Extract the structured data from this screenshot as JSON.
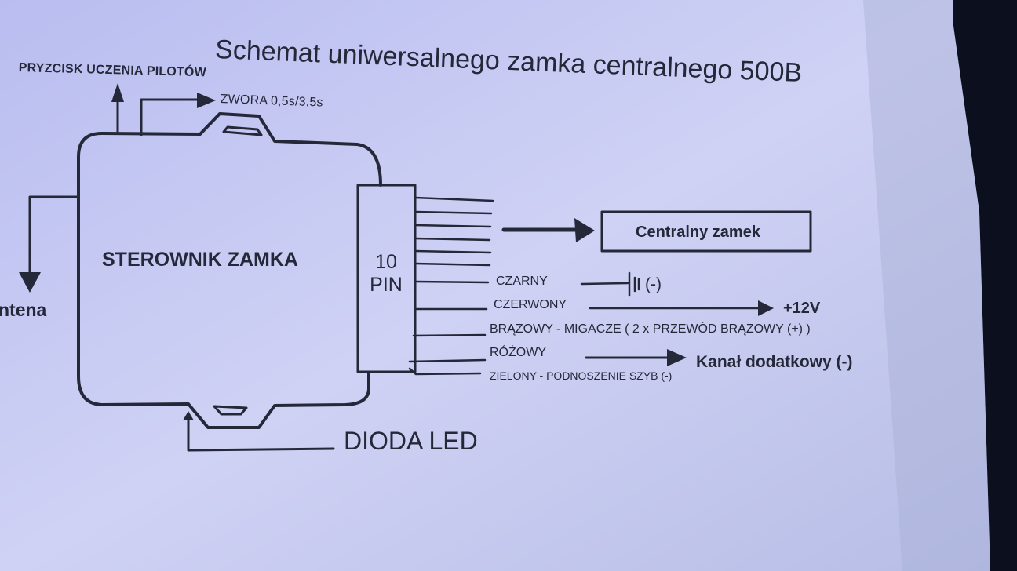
{
  "document": {
    "title": "Schemat uniwersalnego zamka centralnego 500B",
    "colors": {
      "paper": "#c8cbf2",
      "ink": "#252838",
      "background": "#0b0f1e"
    }
  },
  "controller": {
    "label": "STEROWNIK ZAMKA",
    "connector_top": "10",
    "connector_bottom": "PIN"
  },
  "inputs": {
    "learn_button": "PRYZCISK UCZENIA PILOTÓW",
    "jumper": "ZWORA 0,5s/3,5s",
    "antenna": "ntena",
    "led": "DIODA LED"
  },
  "outputs": {
    "central_lock_box": "Centralny zamek",
    "wires": [
      {
        "color_name": "CZARNY",
        "target": "(-)"
      },
      {
        "color_name": "CZERWONY",
        "target": "+12V"
      },
      {
        "color_name": "BRĄZOWY - MIGACZE ( 2 x PRZEWÓD BRĄZOWY (+) )",
        "target": ""
      },
      {
        "color_name": "RÓŻOWY",
        "target": "Kanał dodatkowy (-)"
      },
      {
        "color_name": "ZIELONY - PODNOSZENIE SZYB (-)",
        "target": ""
      }
    ]
  }
}
